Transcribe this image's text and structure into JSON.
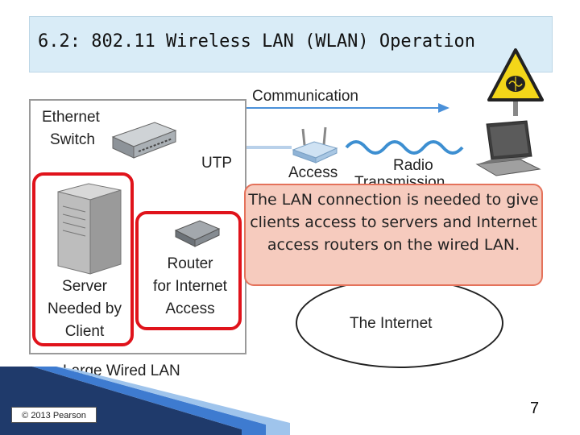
{
  "title": "6.2: 802.11 Wireless LAN (WLAN) Operation",
  "labels": {
    "communication": "Communication",
    "ethernet_switch": [
      "Ethernet",
      "Switch"
    ],
    "utp": "UTP",
    "access": "Access",
    "radio": "Radio",
    "radio_partial": "Transmission",
    "server": [
      "Server",
      "Needed by",
      "Client"
    ],
    "router": [
      "Router",
      "for Internet",
      "Access"
    ],
    "internet": "The Internet",
    "large_wired_lan": "Large Wired LAN"
  },
  "callout": "The LAN connection is needed to give clients access to servers and Internet access routers on the wired LAN.",
  "footer": {
    "copyright": "© 2013 Pearson",
    "page": "7"
  },
  "colors": {
    "highlight": "#e0131b",
    "arrow": "#4a90d9",
    "callout_fill": "#f6cbbe",
    "title_fill": "#d9ecf7"
  },
  "icons": [
    "warning-brain-icon",
    "ethernet-switch-icon",
    "server-icon",
    "router-icon",
    "access-point-icon",
    "laptop-icon"
  ]
}
